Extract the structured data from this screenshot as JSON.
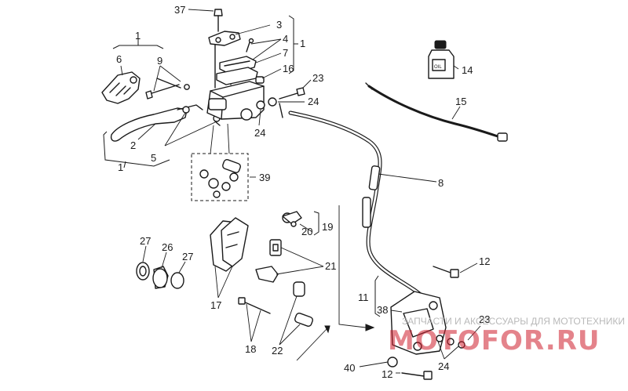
{
  "callouts": {
    "c1a": "1",
    "c1b": "1",
    "c1c": "1",
    "c2": "2",
    "c3": "3",
    "c4": "4",
    "c5": "5",
    "c6": "6",
    "c7": "7",
    "c8": "8",
    "c9": "9",
    "c11": "11",
    "c12a": "12",
    "c12b": "12",
    "c14": "14",
    "c15": "15",
    "c16": "16",
    "c17": "17",
    "c18": "18",
    "c19": "19",
    "c20": "20",
    "c21": "21",
    "c22": "22",
    "c23a": "23",
    "c23b": "23",
    "c24a": "24",
    "c24b": "24",
    "c24c": "24",
    "c26": "26",
    "c27a": "27",
    "c27b": "27",
    "c37": "37",
    "c38": "38",
    "c39": "39",
    "c40": "40"
  },
  "bottle_label": "OIL",
  "watermark": {
    "tagline": "ЗАПЧАСТИ И АКСЕССУАРЫ ДЛЯ МОТОТЕХНИКИ",
    "logo": "MOTOFOR.RU"
  }
}
